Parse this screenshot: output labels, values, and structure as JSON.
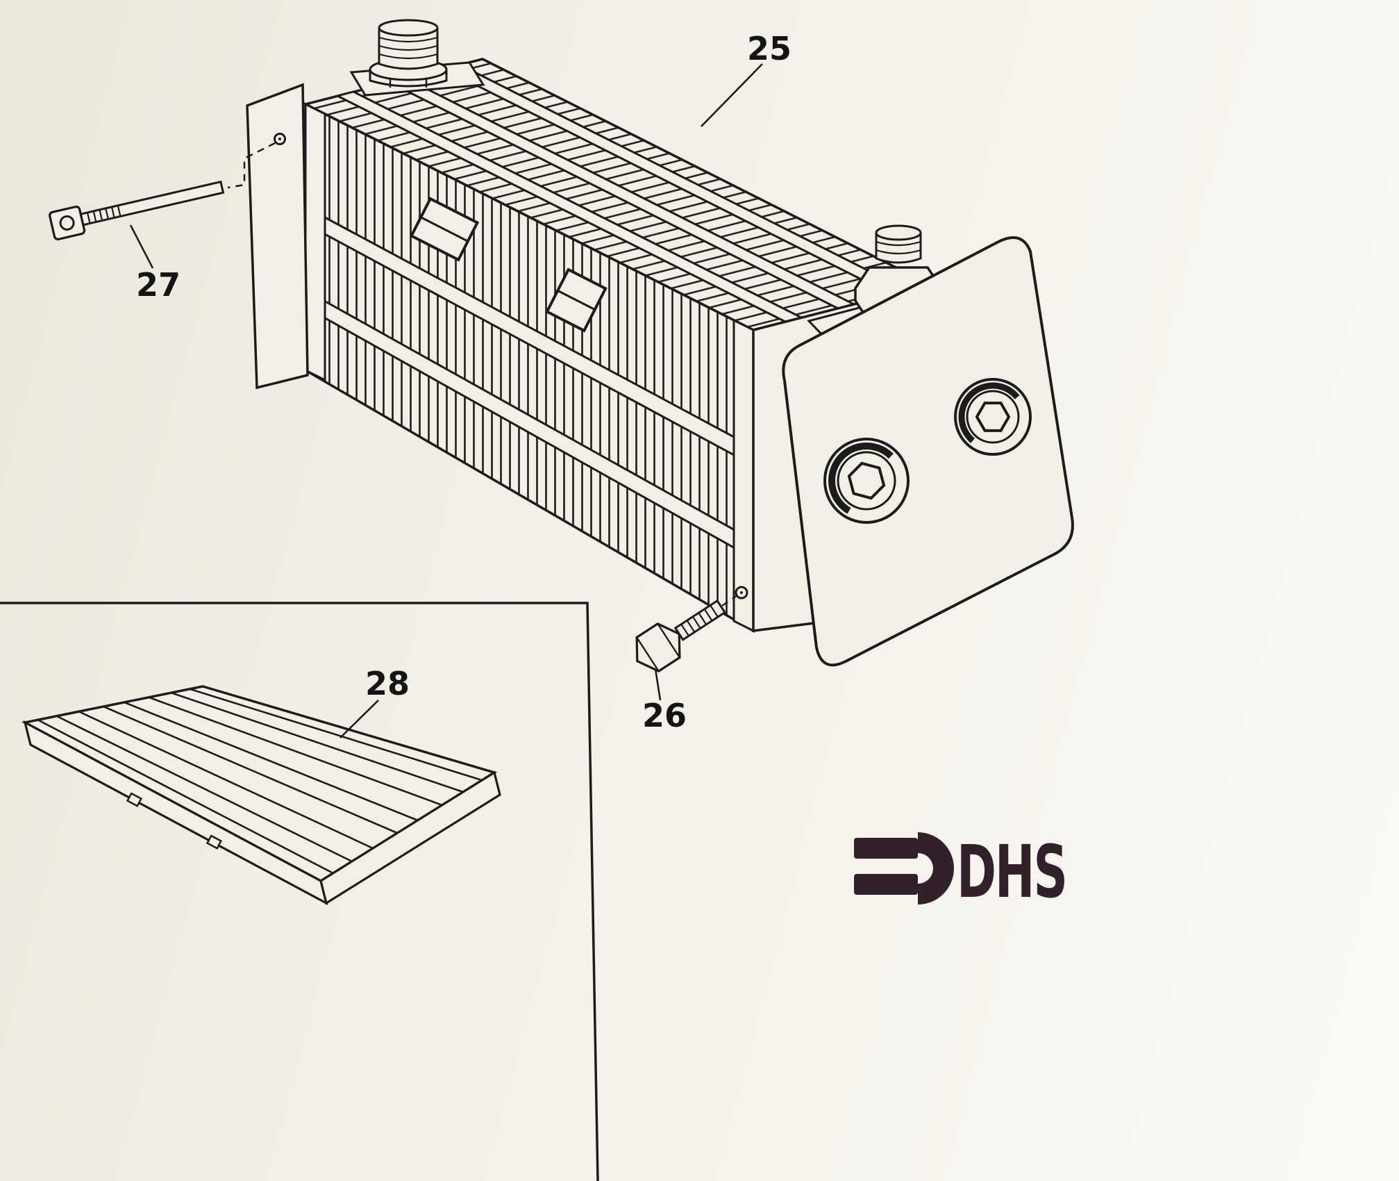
{
  "page": {
    "paper_color": "#f2efe7",
    "ink_color": "#1c1c1c",
    "type_note": "exploded parts diagram"
  },
  "callouts": {
    "c25": {
      "label": "25"
    },
    "c26": {
      "label": "26"
    },
    "c27": {
      "label": "27"
    },
    "c28": {
      "label": "28"
    }
  },
  "logo": {
    "text": "DHS",
    "color": "#32202a"
  }
}
